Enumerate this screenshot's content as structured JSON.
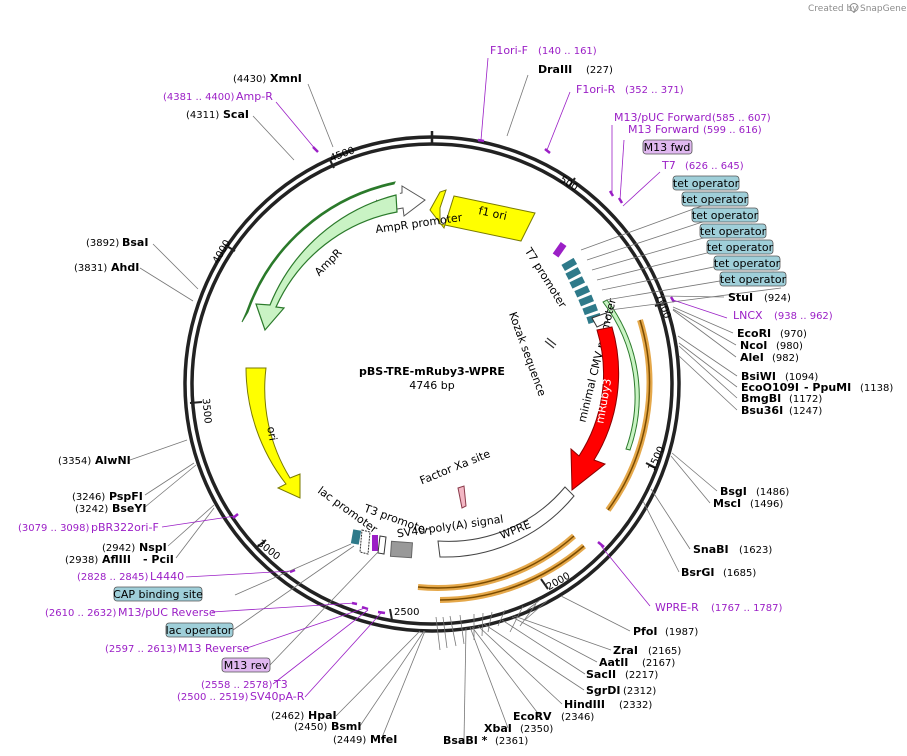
{
  "watermark": {
    "created_by": "Created by",
    "brand": "SnapGene"
  },
  "plasmid": {
    "name": "pBS-TRE-mRuby3-WPRE",
    "size_label": "4746 bp"
  },
  "tick_labels": [
    "500",
    "1000",
    "1500",
    "2000",
    "2500",
    "3000",
    "3500",
    "4000",
    "4500"
  ],
  "sites": [
    {
      "name": "DraIII",
      "pos": "(227)"
    },
    {
      "name": "XmnI",
      "pos": "(4430)"
    },
    {
      "name": "ScaI",
      "pos": "(4311)"
    },
    {
      "name": "BsaI",
      "pos": "(3892)"
    },
    {
      "name": "AhdI",
      "pos": "(3831)"
    },
    {
      "name": "AlwNI",
      "pos": "(3354)"
    },
    {
      "name": "PspFI",
      "pos": "(3246)"
    },
    {
      "name": "BseYI",
      "pos": "(3242)"
    },
    {
      "name": "NspI",
      "pos": "(2942)"
    },
    {
      "name": "AflIII",
      "pos": "(2938)"
    },
    {
      "name": "- PciI",
      "pos": ""
    },
    {
      "name": "StuI",
      "pos": "(924)"
    },
    {
      "name": "EcoRI",
      "pos": "(970)"
    },
    {
      "name": "NcoI",
      "pos": "(980)"
    },
    {
      "name": "AleI",
      "pos": "(982)"
    },
    {
      "name": "BsiWI",
      "pos": "(1094)"
    },
    {
      "name": "EcoO109I",
      "pos": ""
    },
    {
      "name": "- PpuMI",
      "pos": "(1138)"
    },
    {
      "name": "BmgBI",
      "pos": "(1172)"
    },
    {
      "name": "Bsu36I",
      "pos": "(1247)"
    },
    {
      "name": "BsgI",
      "pos": "(1486)"
    },
    {
      "name": "MscI",
      "pos": "(1496)"
    },
    {
      "name": "SnaBI",
      "pos": "(1623)"
    },
    {
      "name": "BsrGI",
      "pos": "(1685)"
    },
    {
      "name": "PfoI",
      "pos": "(1987)"
    },
    {
      "name": "ZraI",
      "pos": "(2165)"
    },
    {
      "name": "AatII",
      "pos": "(2167)"
    },
    {
      "name": "SacII",
      "pos": "(2217)"
    },
    {
      "name": "SgrDI",
      "pos": "(2312)"
    },
    {
      "name": "HindIII",
      "pos": "(2332)"
    },
    {
      "name": "EcoRV",
      "pos": "(2346)"
    },
    {
      "name": "XbaI",
      "pos": "(2350)"
    },
    {
      "name": "BsaBI *",
      "pos": "(2361)"
    },
    {
      "name": "HpaI",
      "pos": "(2462)"
    },
    {
      "name": "BsmI",
      "pos": "(2450)"
    },
    {
      "name": "MfeI",
      "pos": "(2449)"
    }
  ],
  "primers": [
    {
      "name": "F1ori-F",
      "pos": "(140 .. 161)"
    },
    {
      "name": "F1ori-R",
      "pos": "(352 .. 371)"
    },
    {
      "name": "M13/pUC Forward",
      "pos": "(585 .. 607)"
    },
    {
      "name": "M13 Forward",
      "pos": "(599 .. 616)"
    },
    {
      "name": "T7",
      "pos": "(626 .. 645)"
    },
    {
      "name": "LNCX",
      "pos": "(938 .. 962)"
    },
    {
      "name": "WPRE-R",
      "pos": "(1767 .. 1787)"
    },
    {
      "name": "Amp-R",
      "pos": "(4381 .. 4400)"
    },
    {
      "name": "pBR322ori-F",
      "pos": "(3079 .. 3098)"
    },
    {
      "name": "L4440",
      "pos": "(2828 .. 2845)"
    },
    {
      "name": "M13/pUC Reverse",
      "pos": "(2610 .. 2632)"
    },
    {
      "name": "M13 Reverse",
      "pos": "(2597 .. 2613)"
    },
    {
      "name": "T3",
      "pos": "(2558 .. 2578)"
    },
    {
      "name": "SV40pA-R",
      "pos": "(2500 .. 2519)"
    }
  ],
  "boxed_features": {
    "m13_fwd": "M13 fwd",
    "tet_operator": "tet operator",
    "cap_binding_site": "CAP binding site",
    "lac_operator": "lac operator",
    "m13_rev": "M13 rev"
  },
  "features": {
    "f1_ori": "f1 ori",
    "ampr_promoter": "AmpR promoter",
    "ampr": "AmpR",
    "ori": "ori",
    "t7_promoter": "T7 promoter",
    "kozak": "Kozak sequence",
    "min_cmv": "minimal CMV promoter",
    "mruby3": "mRuby3",
    "factor_xa": "Factor Xa site",
    "lac_promoter": "lac promoter",
    "t3_promoter": "T3 promoter",
    "sv40_polya": "SV40 poly(A) signal",
    "wpre": "WPRE"
  },
  "colors": {
    "backbone": "#222222",
    "primer": "#9b1fc6",
    "tet_box": "#9fcfd9",
    "primer_box": "#e0b8f0",
    "ampr_fill": "#c9f3c4",
    "ampr_edge": "#2b7a2b",
    "ori_fill": "#ffff00",
    "mruby3_fill": "#ff0000",
    "wpre_edge": "#e5a84a"
  }
}
